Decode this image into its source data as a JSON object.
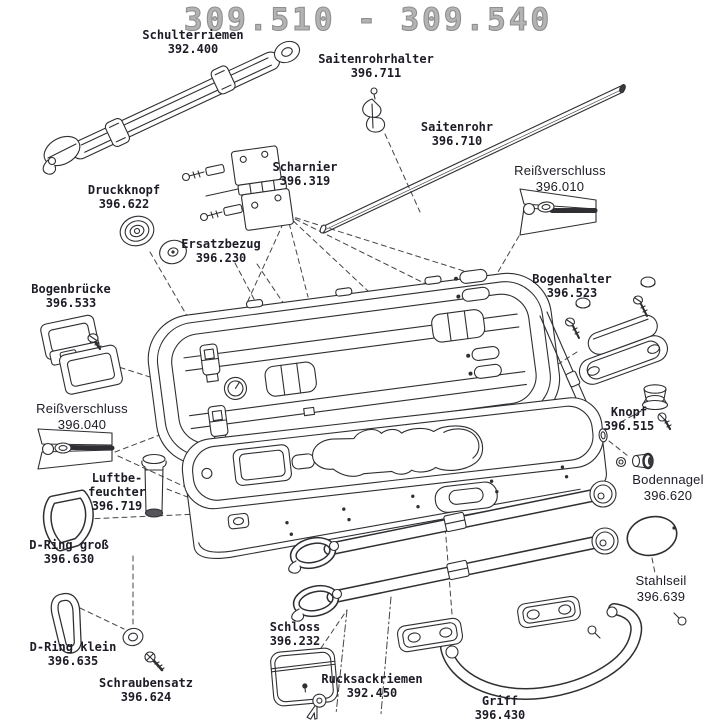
{
  "title": "309.510 - 309.540",
  "colors": {
    "label_text": "#1c1c26",
    "title_gray": "#8f8f8f",
    "line": "#2f2f33"
  },
  "labels": {
    "schulterriemen": {
      "name": "Schulterriemen",
      "num": "392.400"
    },
    "saitenrohrhalter": {
      "name": "Saitenrohrhalter",
      "num": "396.711"
    },
    "saitenrohr": {
      "name": "Saitenrohr",
      "num": "396.710"
    },
    "reissverschluss_deckel": {
      "name": "Reißverschluss",
      "num": "396.010"
    },
    "druckknopf": {
      "name": "Druckknopf",
      "num": "396.622"
    },
    "scharnier": {
      "name": "Scharnier",
      "num": "396.319"
    },
    "ersatzbezug": {
      "name": "Ersatzbezug",
      "num": "396.230"
    },
    "bogenbruecke": {
      "name": "Bogenbrücke",
      "num": "396.533"
    },
    "bogenhalter": {
      "name": "Bogenhalter",
      "num": "396.523"
    },
    "reissverschluss_boden": {
      "name": "Reißverschluss",
      "num": "396.040"
    },
    "knopf": {
      "name": "Knopf",
      "num": "396.515"
    },
    "luftbefeuchter": {
      "name1": "Luftbe-",
      "name2": "feuchter",
      "num": "396.719"
    },
    "bodennagel": {
      "name": "Bodennagel",
      "num": "396.620"
    },
    "dring_gross": {
      "name": "D-Ring groß",
      "num": "396.630"
    },
    "stahlseil": {
      "name": "Stahlseil",
      "num": "396.639"
    },
    "dring_klein": {
      "name": "D-Ring klein",
      "num": "396.635"
    },
    "schloss": {
      "name": "Schloss",
      "num": "396.232"
    },
    "schraubensatz": {
      "name": "Schraubensatz",
      "num": "396.624"
    },
    "rucksackriemen": {
      "name": "Rucksackriemen",
      "num": "392.450"
    },
    "griff": {
      "name": "Griff",
      "num": "396.430"
    }
  }
}
